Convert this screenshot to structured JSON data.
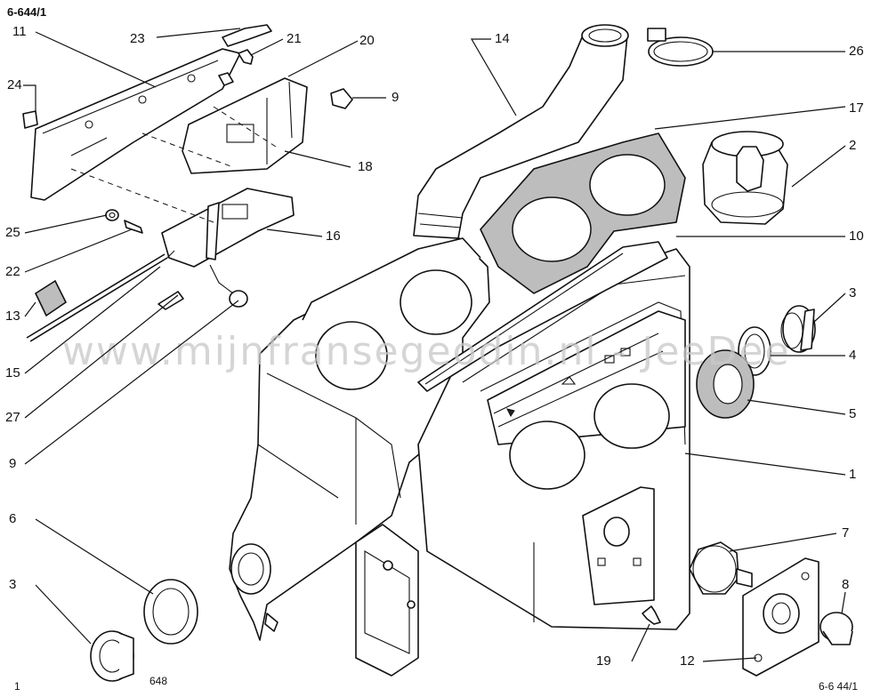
{
  "header": {
    "ref": "6-644/1"
  },
  "footer": {
    "page": "1",
    "code": "648",
    "ref": "6-6 44/1"
  },
  "watermark": {
    "text": "www.mijnfransegeodin.nl - JeeDee"
  },
  "callouts": [
    "11",
    "23",
    "21",
    "20",
    "24",
    "9",
    "18",
    "16",
    "25",
    "22",
    "13",
    "15",
    "27",
    "9",
    "14",
    "26",
    "17",
    "2",
    "10",
    "3",
    "4",
    "5",
    "1",
    "6",
    "3",
    "7",
    "8",
    "19",
    "12"
  ],
  "colors": {
    "line": "#111111",
    "foam": "#bdbdbd",
    "watermark": "#c8c8c8"
  }
}
